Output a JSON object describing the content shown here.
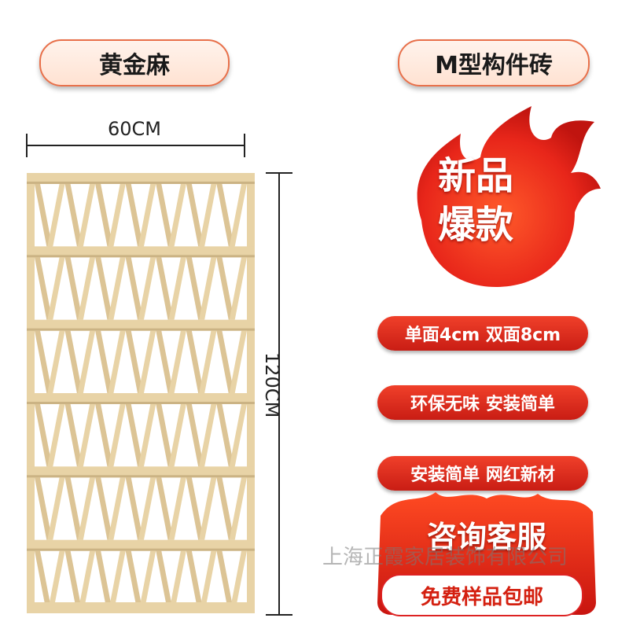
{
  "header": {
    "material_label": "黄金麻",
    "product_label": "M型构件砖"
  },
  "dimensions": {
    "width_label": "60CM",
    "height_label": "120CM"
  },
  "promo": {
    "flame_line1": "新品",
    "flame_line2": "爆款"
  },
  "features": [
    "单面4cm 双面8cm",
    "环保无味 安装简单",
    "安装简单 网红新材"
  ],
  "cta": {
    "consult_label": "咨询客服",
    "sample_label": "免费样品包邮"
  },
  "watermark": "上海正霞家居装饰有限公司",
  "colors": {
    "accent_red": "#d42010",
    "panel_tan": "#e8d3a6",
    "pill_border": "#e8704a"
  }
}
